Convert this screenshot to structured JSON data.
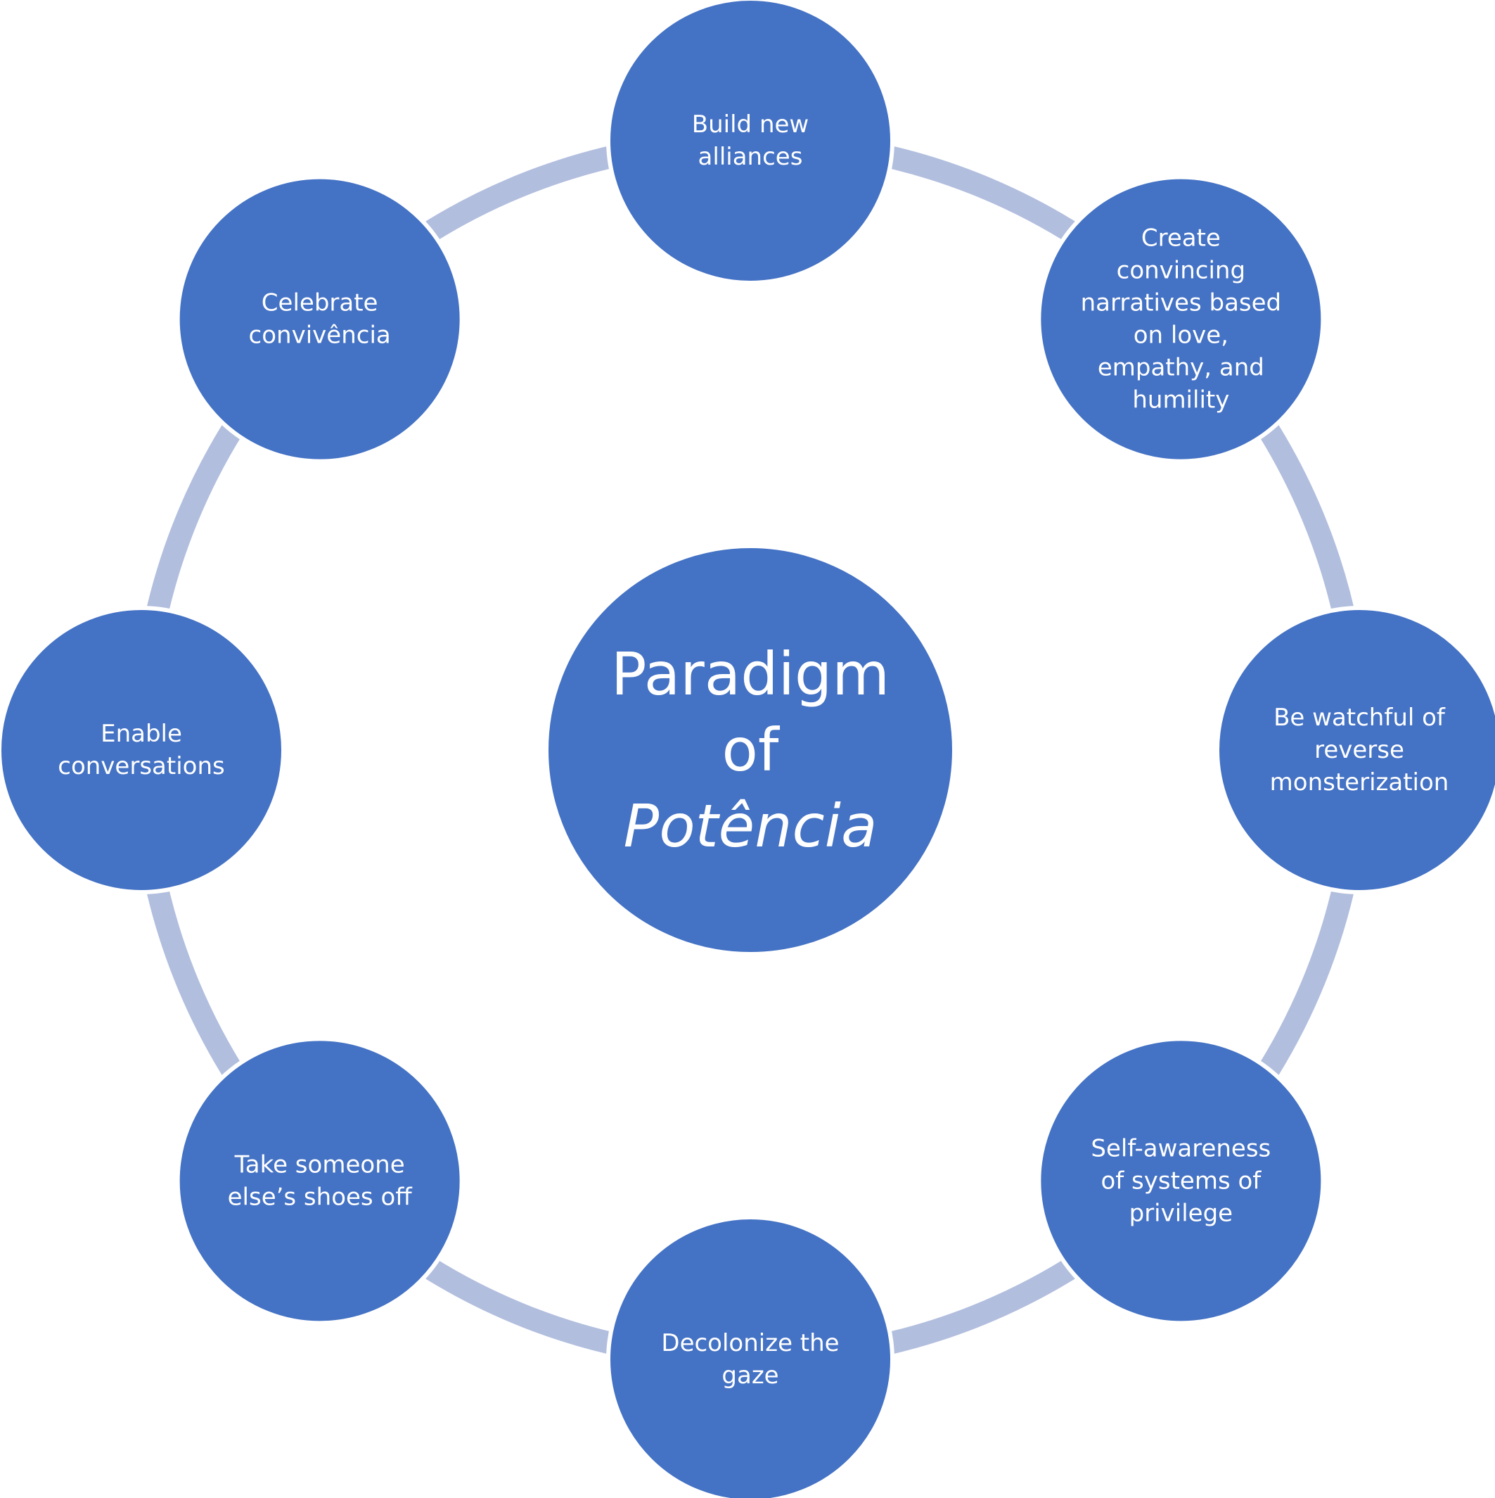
{
  "colors": {
    "node_fill": "#4472C4",
    "node_stroke": "#ffffff",
    "ring": "#B1BEDE",
    "text": "#ffffff"
  },
  "center": {
    "lines": [
      {
        "text": "Paradigm",
        "italic": false
      },
      {
        "text": "of",
        "italic": false
      },
      {
        "text": "Potência",
        "italic": true
      }
    ]
  },
  "nodes": [
    {
      "id": "build-new-alliances",
      "lines": [
        "Build new",
        "alliances"
      ]
    },
    {
      "id": "create-convincing-narratives",
      "lines": [
        "Create",
        "convincing",
        "narratives based",
        "on love,",
        "empathy, and",
        "humility"
      ]
    },
    {
      "id": "be-watchful",
      "lines": [
        "Be watchful of",
        "reverse",
        "monsterization"
      ]
    },
    {
      "id": "self-awareness",
      "lines": [
        "Self-awareness",
        "of systems of",
        "privilege"
      ]
    },
    {
      "id": "decolonize-the-gaze",
      "lines": [
        "Decolonize the",
        "gaze"
      ]
    },
    {
      "id": "take-someone-elses-shoes-off",
      "lines": [
        "Take someone",
        "else’s shoes off"
      ]
    },
    {
      "id": "enable-conversations",
      "lines": [
        "Enable",
        "conversations"
      ]
    },
    {
      "id": "celebrate-convivencia",
      "lines": [
        "Celebrate",
        "convivência"
      ]
    }
  ]
}
